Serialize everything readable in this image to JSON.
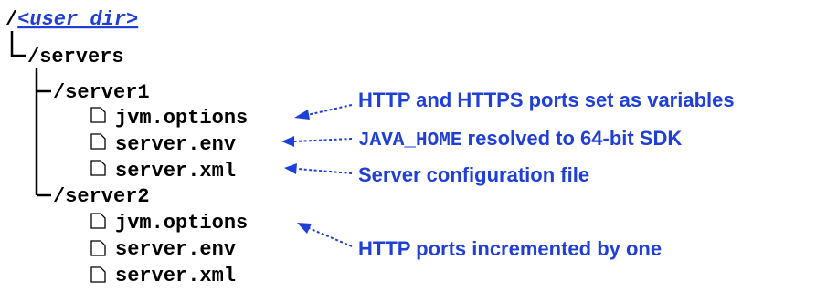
{
  "tree": {
    "root_slash": "/",
    "root_placeholder": "<user_dir>",
    "servers": "/servers",
    "server1": {
      "name": "/server1",
      "files": [
        "jvm.options",
        "server.env",
        "server.xml"
      ]
    },
    "server2": {
      "name": "/server2",
      "files": [
        "jvm.options",
        "server.env",
        "server.xml"
      ]
    }
  },
  "annotations": {
    "jvm_options": "HTTP and HTTPS ports set as variables",
    "server_env_mono": "JAVA_HOME",
    "server_env_text": " resolved to 64-bit SDK",
    "server_xml": "Server configuration file",
    "server2_jvm": "HTTP ports incremented by one"
  },
  "colors": {
    "annotation": "#1f3fd6",
    "tree": "#000000"
  },
  "icons": {
    "file": "file-icon",
    "arrow": "dashed-arrow-icon"
  }
}
